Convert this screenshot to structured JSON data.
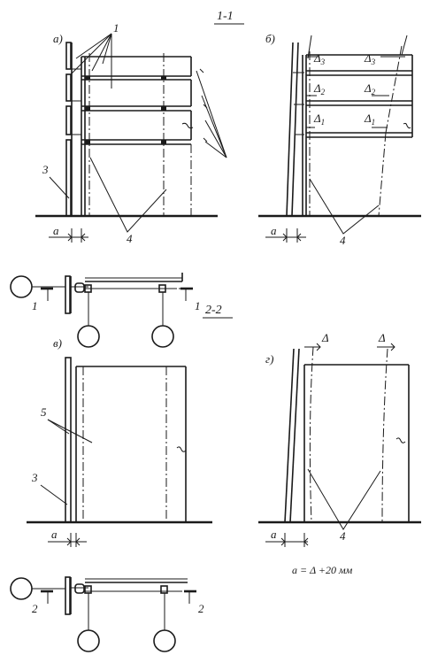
{
  "sections": {
    "s1": "1-1",
    "s2": "2-2"
  },
  "panels": {
    "a": "а)",
    "b": "б)",
    "v": "в)",
    "g": "г)"
  },
  "callouts": {
    "n1": "1",
    "n3a": "3",
    "n3b": "3",
    "n4a": "4",
    "n4b": "4",
    "n4c": "4",
    "n5": "5"
  },
  "dims": {
    "a1": "a",
    "a2": "a",
    "a3": "a",
    "a4": "a",
    "delta": "Δ",
    "d1": "1",
    "d2": "2",
    "d3": "3"
  },
  "plan_marks": {
    "m1l": "1",
    "m1r": "1",
    "m2l": "2",
    "m2r": "2"
  },
  "formula": "a = Δ +20 мм"
}
